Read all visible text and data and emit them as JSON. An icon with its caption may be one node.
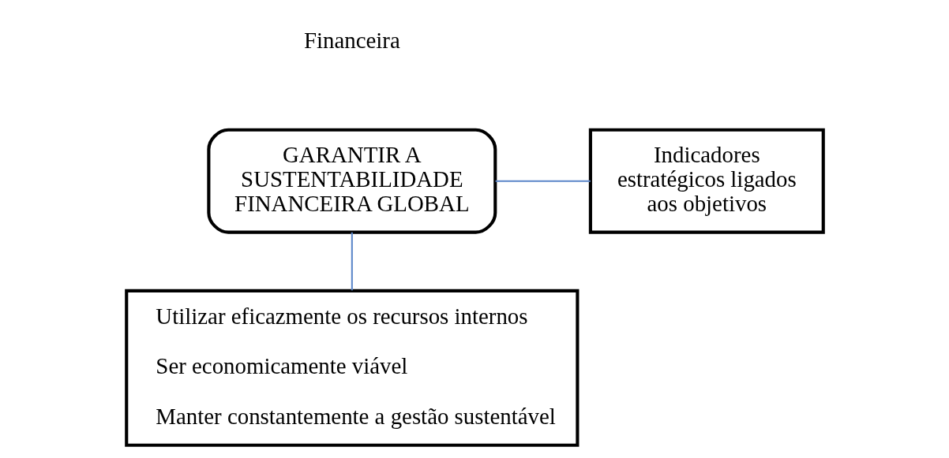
{
  "diagram": {
    "nodes": [
      {
        "text": [
          "GARANTIR A SUSTENTABILIDADE FINANCEIRA GLOBAL"
        ]
      },
      {
        "text": [
          "Indicadores estratégicos ligados aos objetivos"
        ]
      },
      {
        "text": [
          "Utilizar eficazmente os recursos internos",
          "Ser economicamente viável",
          "Manter constantemente a gestão sustentável"
        ]
      }
    ],
    "edges": [
      {
        "from": 0,
        "to": 1,
        "arrow": "none"
      },
      {
        "from": 0,
        "to": 2,
        "arrow": "none"
      }
    ],
    "labels": [
      "Financeira"
    ]
  }
}
